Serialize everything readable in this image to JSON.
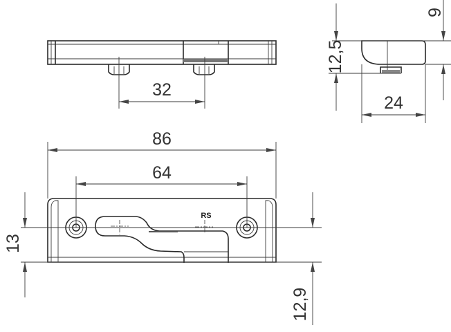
{
  "drawing": {
    "dimensions": {
      "hole_spacing_top": "32",
      "height_side": "12,5",
      "width_side": "24",
      "offset_side": "9",
      "overall_length": "86",
      "hole_spacing_front": "64",
      "height_front": "13",
      "offset_front": "12,9"
    },
    "marking": "RS"
  }
}
